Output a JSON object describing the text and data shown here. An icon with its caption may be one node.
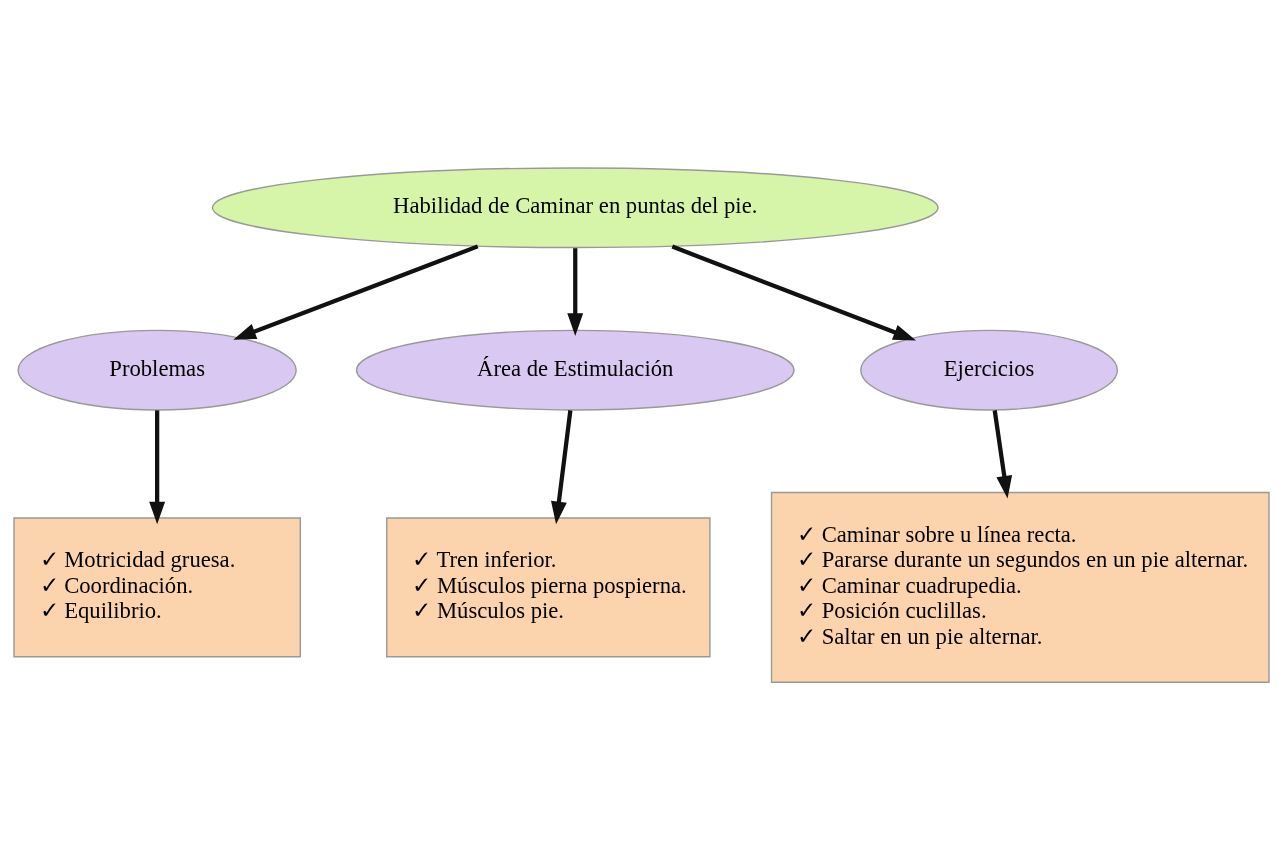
{
  "diagram": {
    "nodes": [
      {
        "text": [
          "Habilidad de Caminar en puntas del pie."
        ]
      },
      {
        "text": [
          "Problemas"
        ]
      },
      {
        "text": [
          "Área de Estimulación"
        ]
      },
      {
        "text": [
          "Ejercicios"
        ]
      },
      {
        "text": [
          "✓ Motricidad gruesa.",
          "✓ Coordinación.",
          "✓ Equilibrio."
        ]
      },
      {
        "text": [
          "✓ Tren inferior.",
          "✓ Músculos pierna pospierna.",
          "✓ Músculos pie."
        ]
      },
      {
        "text": [
          "✓ Caminar sobre u línea recta.",
          "✓ Pararse durante un segundos en un pie alternar.",
          "✓ Caminar cuadrupedia.",
          "✓ Posición cuclillas.",
          "✓ Saltar en un pie alternar."
        ]
      }
    ],
    "edges": [
      {
        "from": 0,
        "to": 1,
        "arrow": "to"
      },
      {
        "from": 0,
        "to": 2,
        "arrow": "to"
      },
      {
        "from": 0,
        "to": 3,
        "arrow": "to"
      },
      {
        "from": 1,
        "to": 4,
        "arrow": "to"
      },
      {
        "from": 2,
        "to": 5,
        "arrow": "to"
      },
      {
        "from": 3,
        "to": 6,
        "arrow": "to"
      }
    ]
  }
}
